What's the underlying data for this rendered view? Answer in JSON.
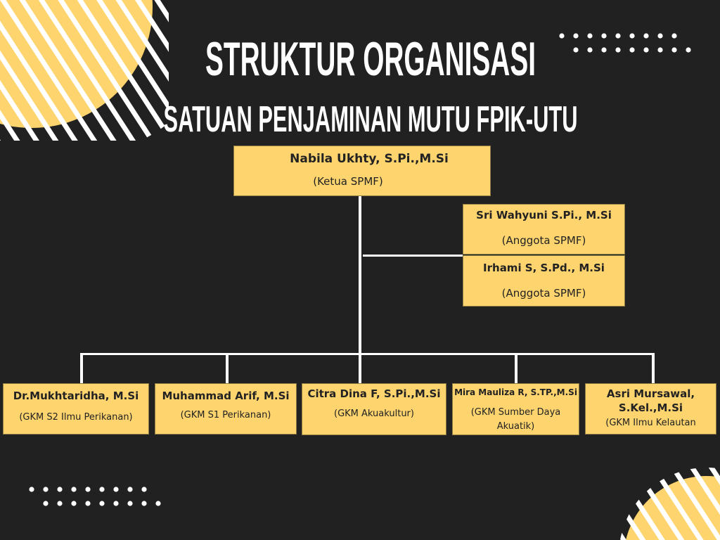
{
  "title": "STRUKTUR ORGANISASI",
  "subtitle": "SATUAN PENJAMINAN MUTU FPIK-UTU",
  "colors": {
    "background": "#212121",
    "box": "#fed46e",
    "accent": "#fed46e",
    "line": "#ffffff"
  },
  "chair": {
    "name": "Nabila Ukhty, S.Pi.,M.Si",
    "role": "(Ketua SPMF)"
  },
  "members": [
    {
      "name": "Sri Wahyuni S.Pi., M.Si",
      "role": "(Anggota SPMF)"
    },
    {
      "name": "Irhami S, S.Pd., M.Si",
      "role": "(Anggota SPMF)"
    }
  ],
  "units": [
    {
      "name": "Dr.Mukhtaridha, M.Si",
      "role": "(GKM S2 Ilmu Perikanan)"
    },
    {
      "name": "Muhammad Arif, M.Si",
      "role": "(GKM S1 Perikanan)"
    },
    {
      "name": "Citra Dina F, S.Pi.,M.Si",
      "role": "(GKM  Akuakultur)"
    },
    {
      "name": "Mira Mauliza R, S.TP.,M.Si",
      "role_line1": "(GKM  Sumber Daya",
      "role_line2": "Akuatik)"
    },
    {
      "name_line1": "Asri Mursawal,",
      "name_line2": "S.Kel.,M.Si",
      "role": "(GKM  Ilmu Kelautan"
    }
  ]
}
